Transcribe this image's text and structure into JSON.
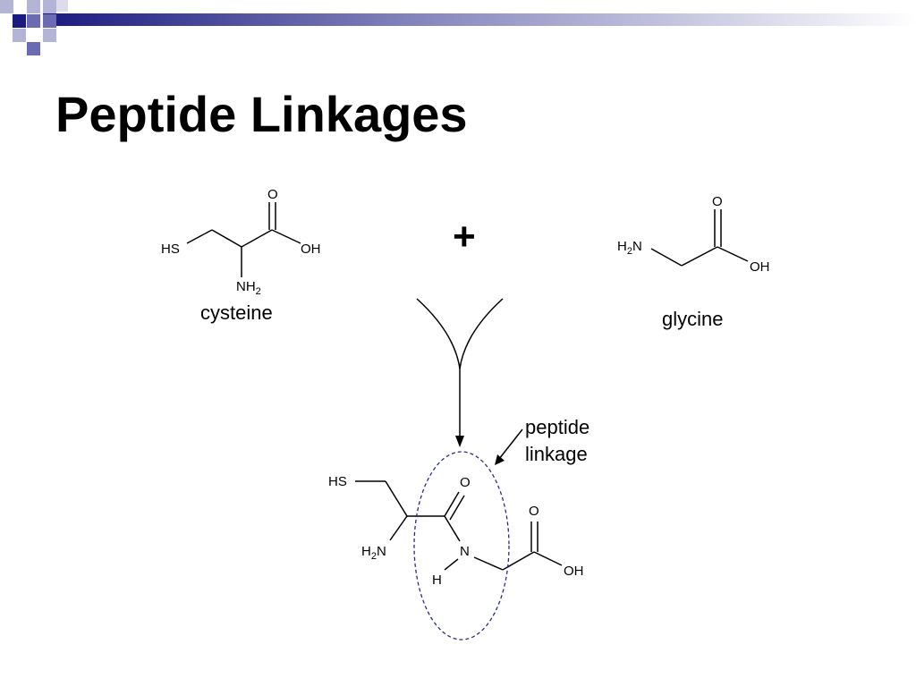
{
  "slide": {
    "title": "Peptide Linkages",
    "colors": {
      "accent_dark": "#1a1a80",
      "accent_mid": "#6b6bb3",
      "accent_light": "#b4b4d6",
      "ellipse": "#2a2a8a",
      "text": "#000000"
    }
  },
  "diagram": {
    "reactant_1": {
      "name": "cysteine",
      "atoms": {
        "thiol": "HS",
        "carbonyl_o": "O",
        "hydroxyl": "OH",
        "amine": "NH",
        "amine_sub": "2"
      }
    },
    "plus_sign": "+",
    "reactant_2": {
      "name": "glycine",
      "atoms": {
        "amine": "H",
        "amine_sub": "2",
        "amine_n": "N",
        "carbonyl_o": "O",
        "hydroxyl": "OH"
      }
    },
    "product": {
      "atoms": {
        "thiol": "HS",
        "amine": "H",
        "amine_sub": "2",
        "amine_n": "N",
        "carbonyl_o": "O",
        "amide_n": "N",
        "amide_h": "H",
        "carbonyl_o2": "O",
        "hydroxyl": "OH"
      }
    },
    "callout": {
      "line1": "peptide",
      "line2": "linkage"
    }
  }
}
